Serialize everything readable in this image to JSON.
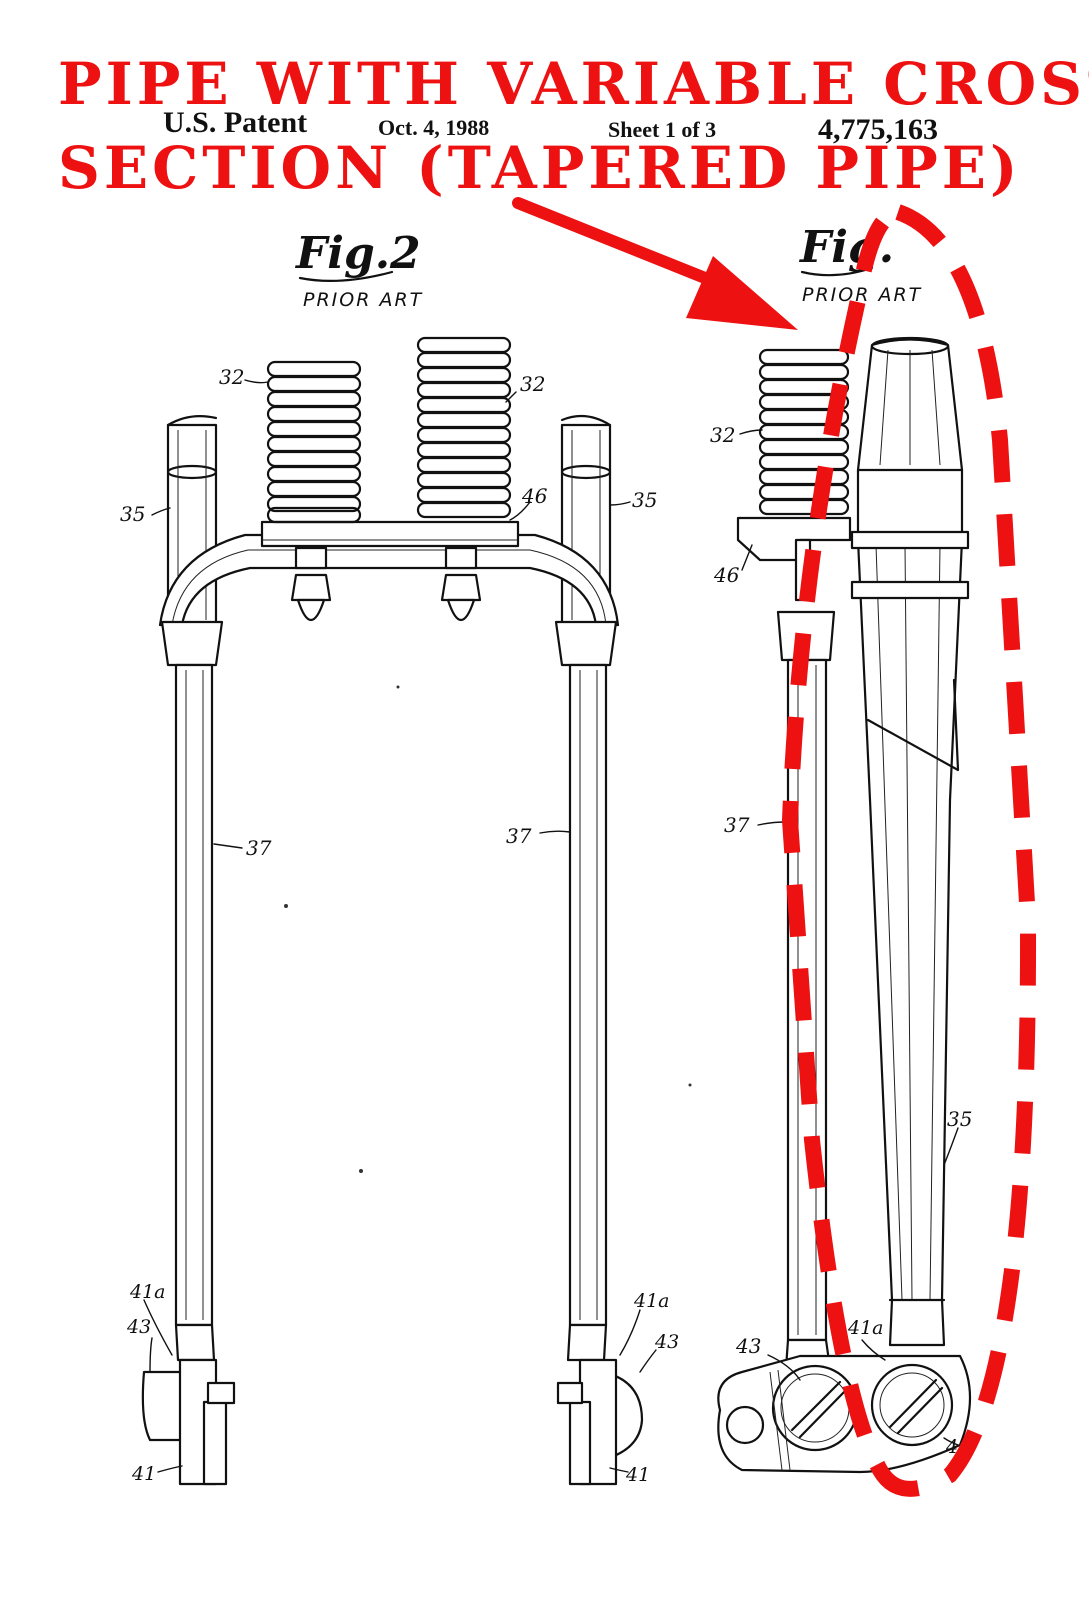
{
  "annotation": {
    "line1": "PIPE WITH VARIABLE CROSS",
    "line2": "SECTION (TAPERED PIPE)",
    "color": "#ee1111"
  },
  "header": {
    "left": "U.S. Patent",
    "date": "Oct. 4, 1988",
    "sheet": "Sheet 1 of 3",
    "number": "4,775,163"
  },
  "fig2": {
    "title": "Fig.2",
    "subtitle": "PRIOR ART",
    "labels": {
      "l32a": "32",
      "l32b": "32",
      "l35a": "35",
      "l35b": "35",
      "l46": "46",
      "l37a": "37",
      "l37b": "37",
      "l41aL": "41a",
      "l43L": "43",
      "l41L": "41",
      "l41aR": "41a",
      "l43R": "43",
      "l41R": "41"
    }
  },
  "fig_right": {
    "title": "Fig.",
    "subtitle": "PRIOR ART",
    "labels": {
      "l32": "32",
      "l46": "46",
      "l37": "37",
      "l35": "35",
      "l43a": "43",
      "l41a": "41a",
      "l43b": "43"
    }
  }
}
